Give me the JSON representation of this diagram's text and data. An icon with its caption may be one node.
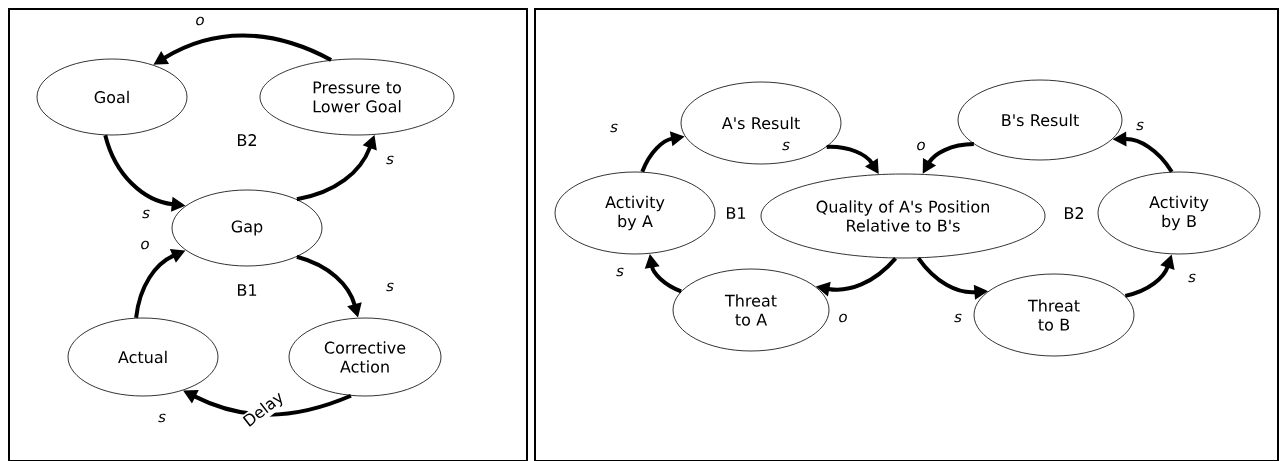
{
  "diagram": {
    "nodes": [
      {
        "text": [
          "Goal"
        ]
      },
      {
        "text": [
          "Pressure to Lower Goal"
        ]
      },
      {
        "text": [
          "Gap"
        ]
      },
      {
        "text": [
          "Actual"
        ]
      },
      {
        "text": [
          "Corrective Action"
        ]
      },
      {
        "text": [
          "A's Result"
        ]
      },
      {
        "text": [
          "B's Result"
        ]
      },
      {
        "text": [
          "Activity by A"
        ]
      },
      {
        "text": [
          "Quality of A's Position Relative to B's"
        ]
      },
      {
        "text": [
          "Activity by B"
        ]
      },
      {
        "text": [
          "Threat to A"
        ]
      },
      {
        "text": [
          "Threat to B"
        ]
      }
    ],
    "edges": [
      {
        "from": 1,
        "to": 0,
        "arrow": "to",
        "label": "o"
      },
      {
        "from": 0,
        "to": 2,
        "arrow": "to",
        "label": "s"
      },
      {
        "from": 2,
        "to": 1,
        "arrow": "to",
        "label": "s"
      },
      {
        "from": 2,
        "to": 4,
        "arrow": "to",
        "label": "s"
      },
      {
        "from": 4,
        "to": 3,
        "arrow": "to",
        "label": "s"
      },
      {
        "from": 3,
        "to": 2,
        "arrow": "to",
        "label": "o"
      },
      {
        "from": 7,
        "to": 5,
        "arrow": "to",
        "label": "s"
      },
      {
        "from": 5,
        "to": 8,
        "arrow": "to",
        "label": "s"
      },
      {
        "from": 6,
        "to": 8,
        "arrow": "to",
        "label": "o"
      },
      {
        "from": 8,
        "to": 10,
        "arrow": "to",
        "label": "o"
      },
      {
        "from": 10,
        "to": 7,
        "arrow": "to",
        "label": "s"
      },
      {
        "from": 8,
        "to": 11,
        "arrow": "to",
        "label": "s"
      },
      {
        "from": 11,
        "to": 9,
        "arrow": "to",
        "label": "s"
      },
      {
        "from": 9,
        "to": 6,
        "arrow": "to",
        "label": "s"
      }
    ],
    "labels": [
      "B2",
      "B1",
      "Delay",
      "B1",
      "B2"
    ]
  }
}
